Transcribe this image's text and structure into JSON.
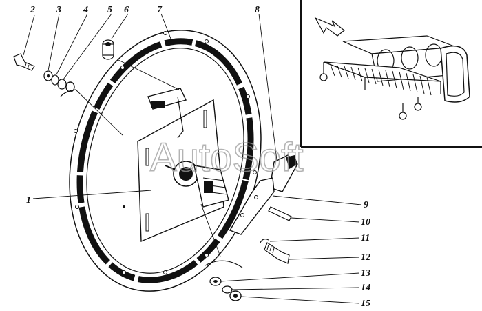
{
  "diagram": {
    "part_labels": [
      "1",
      "2",
      "3",
      "4",
      "5",
      "6",
      "7",
      "8",
      "9",
      "10",
      "11",
      "12",
      "13",
      "14",
      "15"
    ],
    "watermark": "AutoSoft"
  },
  "colors": {
    "ink": "#111111",
    "paper": "#ffffff",
    "watermark": "#9a9a9a"
  },
  "icons": [
    "arrow-pointer-icon"
  ]
}
